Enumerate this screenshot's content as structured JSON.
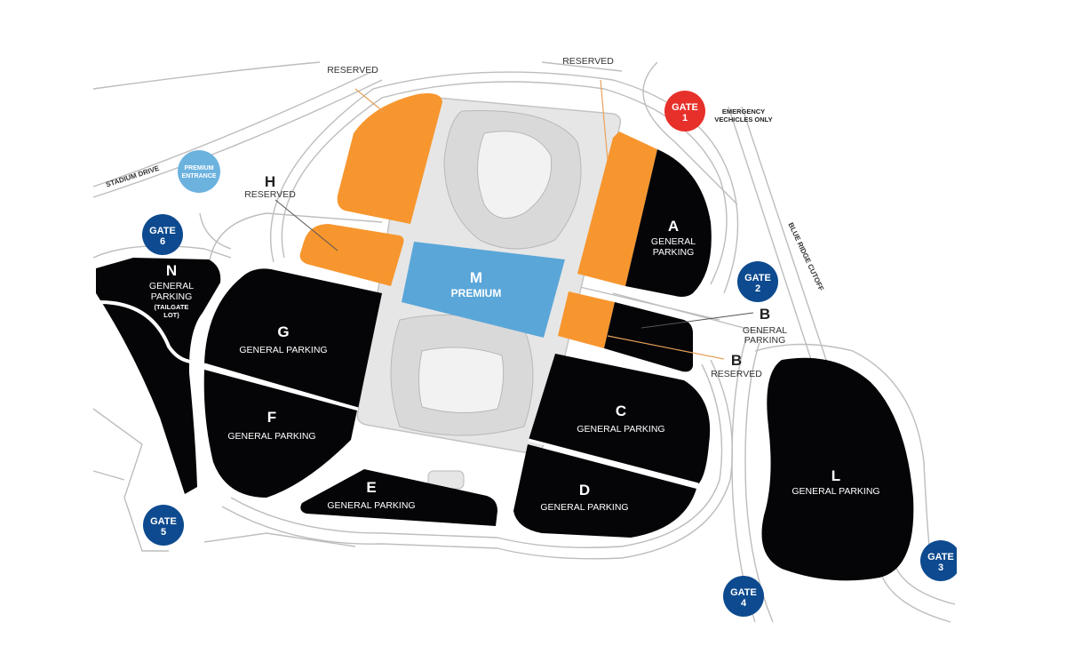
{
  "colors": {
    "general": "#050508",
    "reserved": "#f7962e",
    "premium": "#5aa6d8",
    "gate": "#0d4a8f",
    "emergency_gate": "#e8302a",
    "premium_entrance": "#6cb2df",
    "stadium_area": "#e6e6e6"
  },
  "roads": {
    "stadium_drive": "STADIUM DRIVE",
    "blue_ridge_cutoff": "BLUE RIDGE CUTOFF"
  },
  "gates": [
    {
      "id": "gate-1",
      "line1": "GATE",
      "line2": "1",
      "note1": "EMERGENCY",
      "note2": "VECHICLES ONLY"
    },
    {
      "id": "gate-2",
      "line1": "GATE",
      "line2": "2"
    },
    {
      "id": "gate-3",
      "line1": "GATE",
      "line2": "3"
    },
    {
      "id": "gate-4",
      "line1": "GATE",
      "line2": "4"
    },
    {
      "id": "gate-5",
      "line1": "GATE",
      "line2": "5"
    },
    {
      "id": "gate-6",
      "line1": "GATE",
      "line2": "6"
    }
  ],
  "premium_entrance": {
    "line1": "PREMIUM",
    "line2": "ENTRANCE"
  },
  "lots": {
    "A": {
      "letter": "A",
      "line1": "GENERAL",
      "line2": "PARKING"
    },
    "B_general": {
      "letter": "B",
      "line1": "GENERAL",
      "line2": "PARKING"
    },
    "B_reserved": {
      "letter": "B",
      "line1": "RESERVED"
    },
    "C": {
      "letter": "C",
      "line1": "GENERAL PARKING"
    },
    "D": {
      "letter": "D",
      "line1": "GENERAL PARKING"
    },
    "E": {
      "letter": "E",
      "line1": "GENERAL PARKING"
    },
    "F": {
      "letter": "F",
      "line1": "GENERAL PARKING"
    },
    "G": {
      "letter": "G",
      "line1": "GENERAL PARKING"
    },
    "H": {
      "letter": "H",
      "line1": "RESERVED"
    },
    "L": {
      "letter": "L",
      "line1": "GENERAL PARKING"
    },
    "M": {
      "letter": "M",
      "line1": "PREMIUM"
    },
    "N": {
      "letter": "N",
      "line1": "GENERAL",
      "line2": "PARKING",
      "line3": "(TAILGATE",
      "line4": "LOT)"
    },
    "top_reserved_left": {
      "line1": "RESERVED"
    },
    "top_reserved_right": {
      "line1": "RESERVED"
    }
  }
}
